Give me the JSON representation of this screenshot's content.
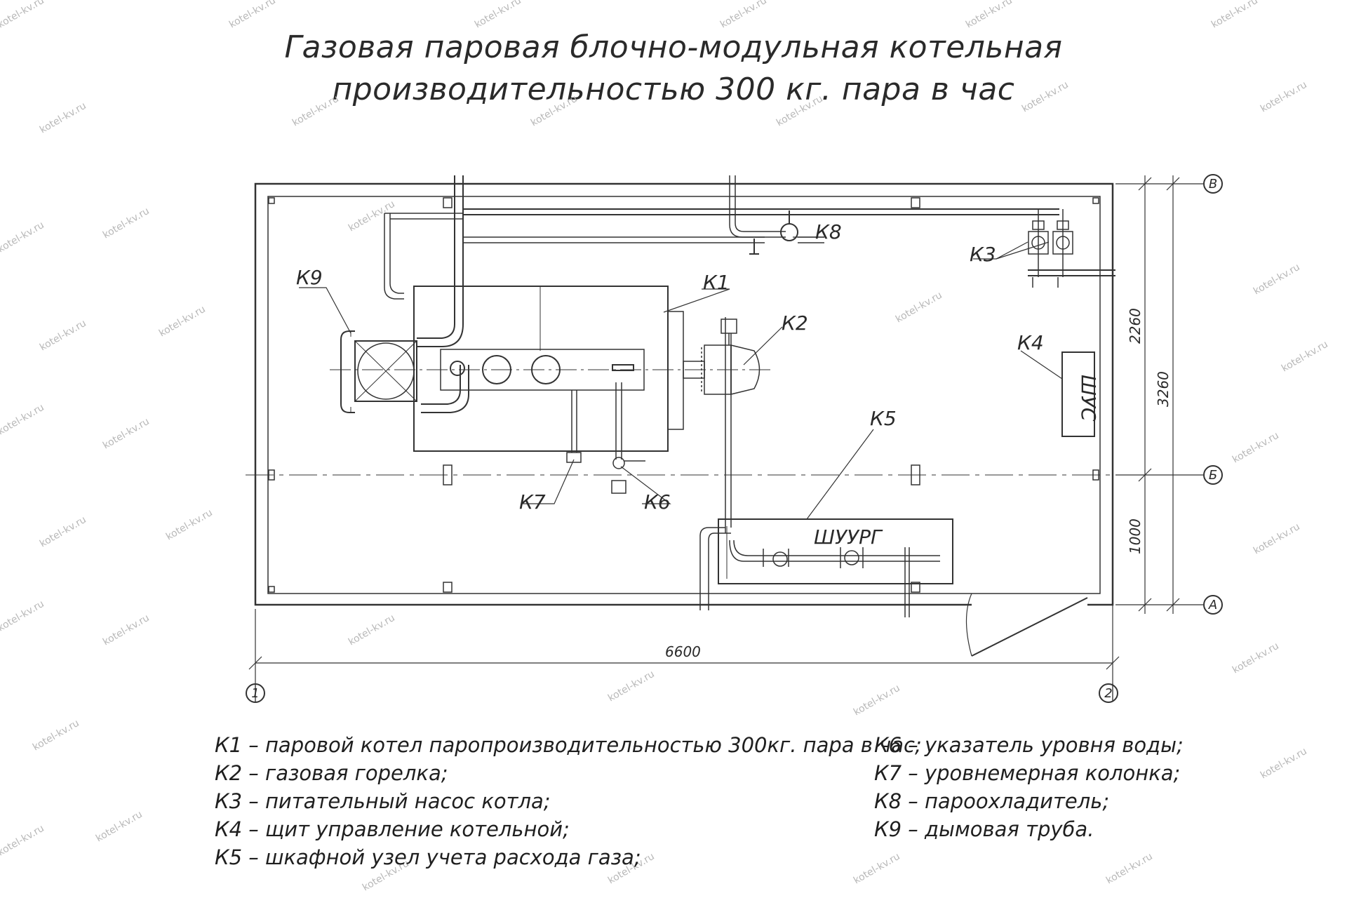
{
  "title": {
    "line1": "Газовая паровая блочно-модульная котельная",
    "line2": "производительностью 300 кг. пара в час"
  },
  "labels": {
    "k1": "К1",
    "k2": "К2",
    "k3": "К3",
    "k4": "К4",
    "k5": "К5",
    "k6": "К6",
    "k7": "К7",
    "k8": "К8",
    "k9": "К9",
    "shus": "ШУС",
    "shuurg": "ШУУРГ"
  },
  "axes": {
    "a": "А",
    "b": "Б",
    "v": "В",
    "n1": "1",
    "n2": "2"
  },
  "dimensions": {
    "width": "6600",
    "d2260": "2260",
    "d3260": "3260",
    "d1000": "1000"
  },
  "legend": {
    "left": [
      "К1 – паровой  котел паропроизводительностью 300кг. пара в час;",
      "К2 – газовая горелка;",
      "К3 – питательный насос котла;",
      "К4 – щит управление котельной;",
      "К5 – шкафной узел учета расхода газа;"
    ],
    "right": [
      "К6 – указатель уровня воды;",
      "К7 – уровнемерная колонка;",
      "К8 – пароохладитель;",
      "К9 – дымовая труба."
    ]
  },
  "watermark": "kotel-kv.ru"
}
